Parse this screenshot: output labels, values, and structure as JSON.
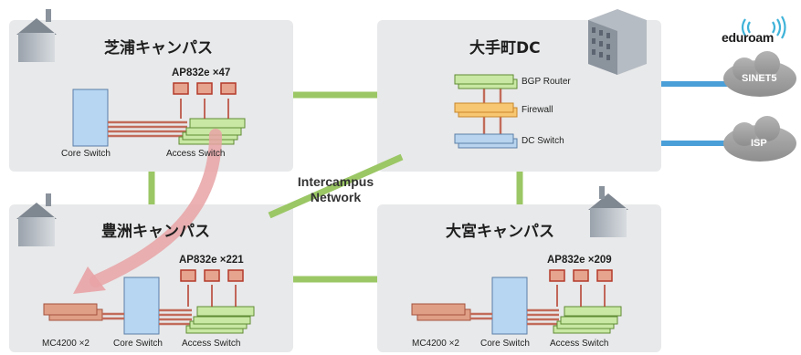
{
  "campuses": {
    "shibaura": {
      "title": "芝浦キャンパス",
      "ap": "AP832e ×47",
      "core_switch": "Core Switch",
      "access_switch": "Access Switch"
    },
    "toyosu": {
      "title": "豊洲キャンパス",
      "ap": "AP832e ×221",
      "mc": "MC4200 ×2",
      "core_switch": "Core Switch",
      "access_switch": "Access Switch"
    },
    "omiya": {
      "title": "大宮キャンパス",
      "ap": "AP832e ×209",
      "mc": "MC4200 ×2",
      "core_switch": "Core Switch",
      "access_switch": "Access Switch"
    }
  },
  "datacenter": {
    "title": "大手町DC",
    "bgp_router": "BGP Router",
    "firewall": "Firewall",
    "dc_switch": "DC Switch"
  },
  "intercampus": {
    "line1": "Intercampus",
    "line2": "Network"
  },
  "clouds": {
    "sinet": "SINET5",
    "isp": "ISP"
  },
  "eduroam": {
    "logo_text": "eduroam"
  },
  "colors": {
    "panel": "#e8e9ea",
    "link_green": "#9bc765",
    "uplink_blue": "#4a9fd8",
    "switch_green": "#c9e8a4",
    "router_red": "#df9f86",
    "firewall_orange": "#f8c771",
    "dc_switch_blue": "#b8d4ee",
    "core_blue": "#b7d6f2",
    "arrow_pink": "#e8a3a6"
  }
}
